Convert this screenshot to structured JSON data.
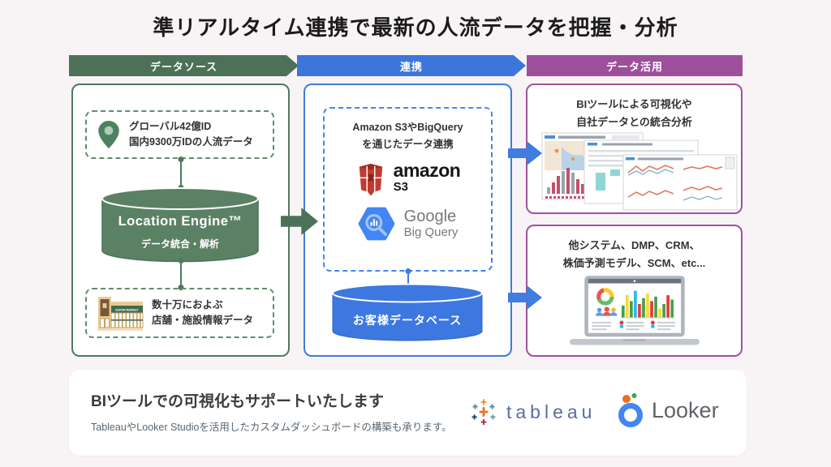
{
  "title": "準リアルタイム連携で最新の人流データを把握・分析",
  "stages": {
    "source": "データソース",
    "integration": "連携",
    "utilization": "データ活用"
  },
  "source_panel": {
    "mobility_line1": "グローバル42億ID",
    "mobility_line2": "国内9300万IDの人流データ",
    "engine_name": "Location Engine™",
    "engine_caption": "データ統合・解析",
    "store_sign": "SUPER MARKET",
    "stores_line1": "数十万におよぶ",
    "stores_line2": "店舗・施設情報データ"
  },
  "integration_panel": {
    "caption_line1": "Amazon S3やBigQuery",
    "caption_line2": "を通じたデータ連携",
    "amazon_wordmark": "amazon",
    "amazon_product": "S3",
    "google_wordmark": "Google",
    "google_product": "Big Query",
    "database_label": "お客様データベース"
  },
  "utilization_panel": {
    "bi_line1": "BIツールによる可視化や",
    "bi_line2": "自社データとの統合分析",
    "other_line1": "他システム、DMP、CRM、",
    "other_line2": "株価予測モデル、SCM、etc..."
  },
  "footer": {
    "heading": "BIツールでの可視化もサポートいたします",
    "subtext": "TableauやLooker Studioを活用したカスタムダッシュボードの構築も承ります。",
    "tableau_wordmark": "tableau",
    "looker_wordmark": "Looker"
  },
  "colors": {
    "stage_source": "#4C7158",
    "stage_integration": "#3C76DA",
    "stage_utilization": "#9D4F9C",
    "cylinder_green": "#5B8164",
    "cylinder_blue": "#3D77E0",
    "arrow_blue": "#3F7DE0",
    "background": "#F8F4F6"
  }
}
